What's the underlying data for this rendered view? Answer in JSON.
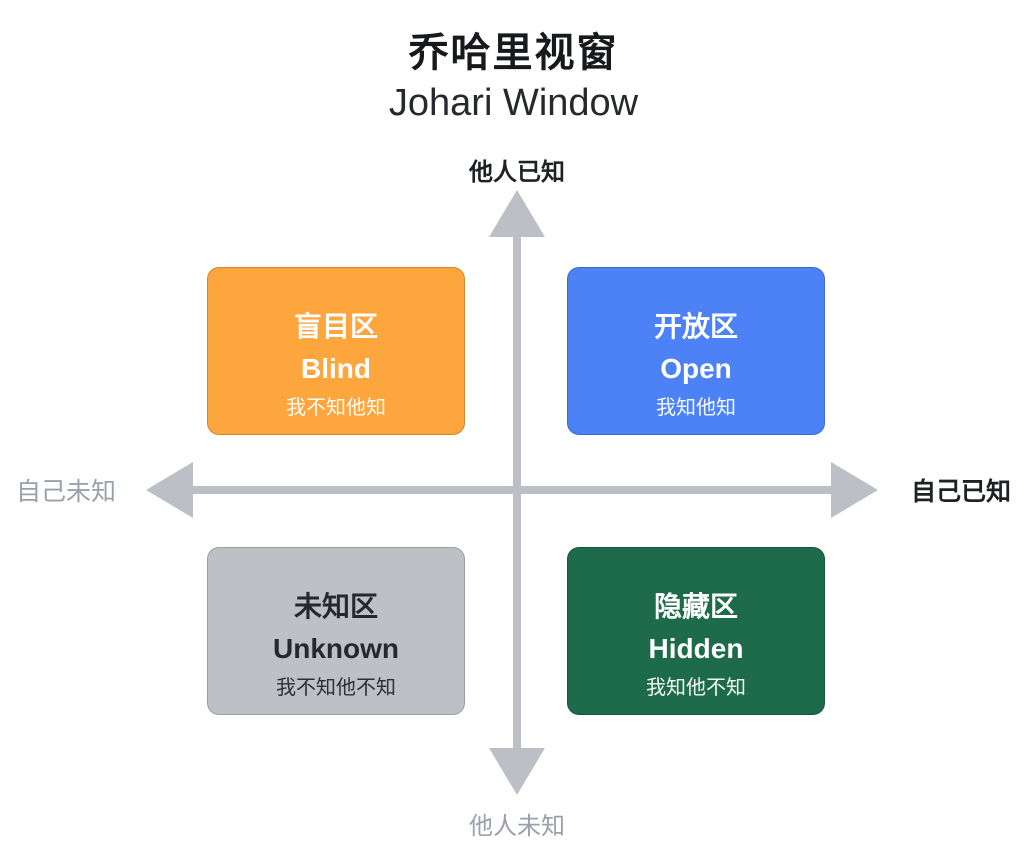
{
  "title": "乔哈里视窗",
  "subtitle": "Johari Window",
  "axes": {
    "top": "他人已知",
    "bottom": "他人未知",
    "left": "自己未知",
    "right": "自己已知"
  },
  "quadrants": [
    {
      "id": "blind",
      "zh": "盲目区",
      "en": "Blind",
      "desc": "我不知他知",
      "bg": "#FCA63D",
      "text": "#FFFFFF"
    },
    {
      "id": "open",
      "zh": "开放区",
      "en": "Open",
      "desc": "我知他知",
      "bg": "#4D82F7",
      "text": "#FFFFFF"
    },
    {
      "id": "unknown",
      "zh": "未知区",
      "en": "Unknown",
      "desc": "我不知他不知",
      "bg": "#BDC1C6",
      "text": "#26282B"
    },
    {
      "id": "hidden",
      "zh": "隐藏区",
      "en": "Hidden",
      "desc": "我知他不知",
      "bg": "#1D6B4A",
      "text": "#FFFFFF"
    }
  ],
  "colors": {
    "arrow": "#BCC0C6",
    "axis_dark": "#1F2225",
    "axis_gray": "#9AA1AA"
  }
}
